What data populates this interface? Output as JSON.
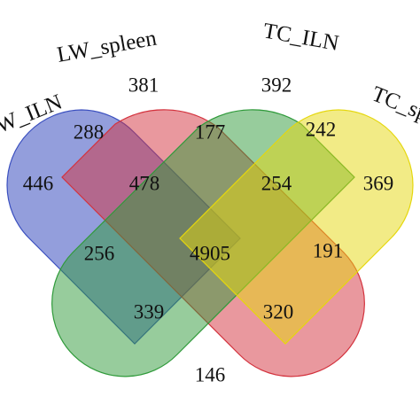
{
  "sets": [
    {
      "name": "LW_ILN",
      "shown_label": "W_ILN",
      "color": "#3a4fbf"
    },
    {
      "name": "LW_spleen",
      "shown_label": "LW_spleen",
      "color": "#d3323d"
    },
    {
      "name": "TC_ILN",
      "shown_label": "TC_ILN",
      "color": "#2f9a3a"
    },
    {
      "name": "TC_spleen",
      "shown_label": "TC_sple",
      "color": "#e5d70d"
    }
  ],
  "regions": {
    "lw_iln_only": "446",
    "lw_spleen_only": "381",
    "tc_iln_only": "392",
    "tc_spleen_only": "369",
    "lw_iln_lw_spleen": "288",
    "lw_spleen_tc_iln": "177",
    "tc_iln_tc_spleen": "242",
    "lw_iln_lw_spleen_tc_iln": "478",
    "lw_spleen_tc_iln_tc_spleen": "254",
    "lw_iln_tc_iln": "256",
    "all_four": "4905",
    "lw_spleen_tc_spleen": "191",
    "lw_iln_tc_iln_tc_spleen": "339",
    "lw_iln_lw_spleen_tc_spleen": "320",
    "lw_iln_tc_spleen": "146"
  }
}
